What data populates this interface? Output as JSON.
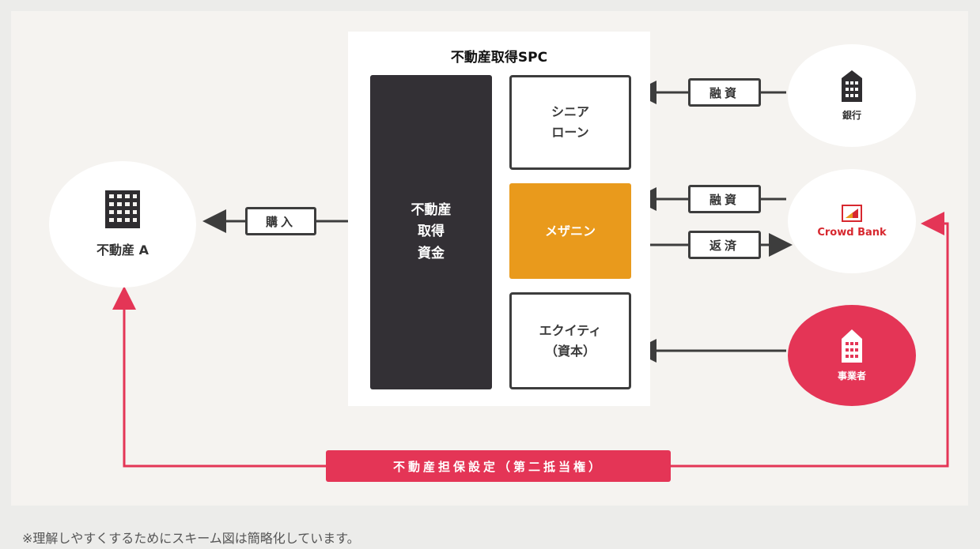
{
  "spc": {
    "title": "不動産取得SPC"
  },
  "boxes": {
    "acquisition_funds": "不動産\n取得\n資金",
    "senior_loan": "シニア\nローン",
    "mezzanine": "メザニン",
    "equity": "エクイティ\n（資本）"
  },
  "tags": {
    "purchase": "購入",
    "loan_bank": "融資",
    "loan_crowd": "融資",
    "repayment": "返済"
  },
  "entities": {
    "property": "不動産 A",
    "bank": "銀行",
    "crowd_bank": "Crowd Bank",
    "operator": "事業者"
  },
  "collateral": "不動産担保設定（第二抵当権）",
  "footnote": "※理解しやすくするためにスキーム図は簡略化しています。",
  "colors": {
    "dark": "#333035",
    "mezzanine": "#e99a1c",
    "accent": "#e43556",
    "crowd_bank_red": "#d7282f"
  },
  "icons": [
    "building-icon",
    "bank-building-icon",
    "crowd-bank-logo-icon",
    "operator-building-icon"
  ]
}
